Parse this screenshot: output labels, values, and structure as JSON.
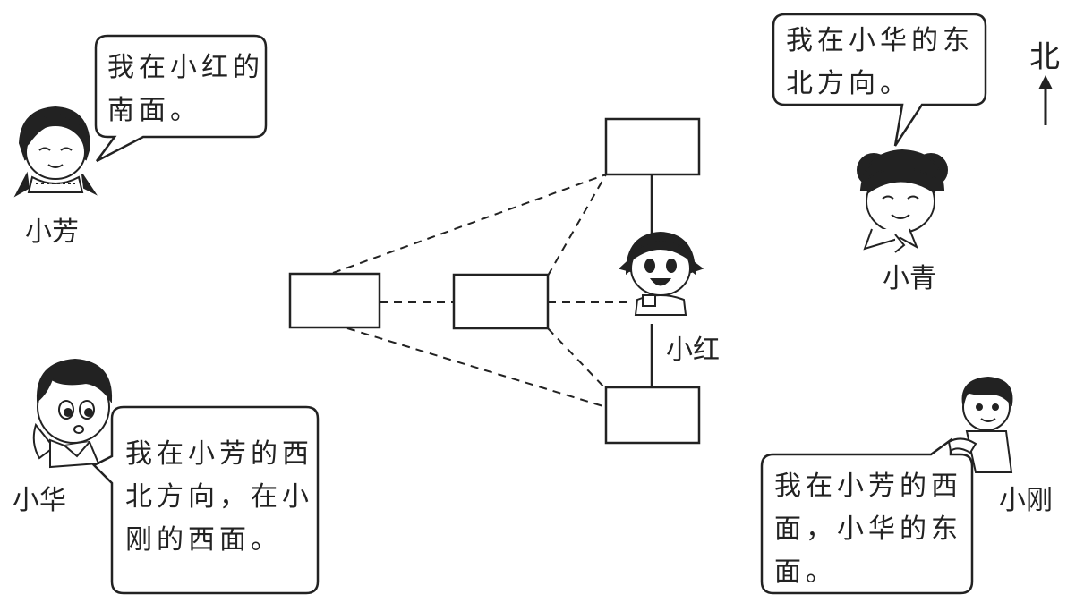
{
  "north_label": "北",
  "characters": {
    "xiaofang": {
      "name": "小芳",
      "speech": "我在小红的\n南面。"
    },
    "xiaohua": {
      "name": "小华",
      "speech": "我在小芳的西\n北方向，在小\n刚的西面。"
    },
    "xiaohong": {
      "name": "小红"
    },
    "xiaoqing": {
      "name": "小青",
      "speech": "我在小华的东\n北方向。"
    },
    "xiaogang": {
      "name": "小刚",
      "speech": "我在小芳的西\n面，小华的东\n面。"
    }
  },
  "colors": {
    "ink": "#222222",
    "background": "#ffffff"
  }
}
